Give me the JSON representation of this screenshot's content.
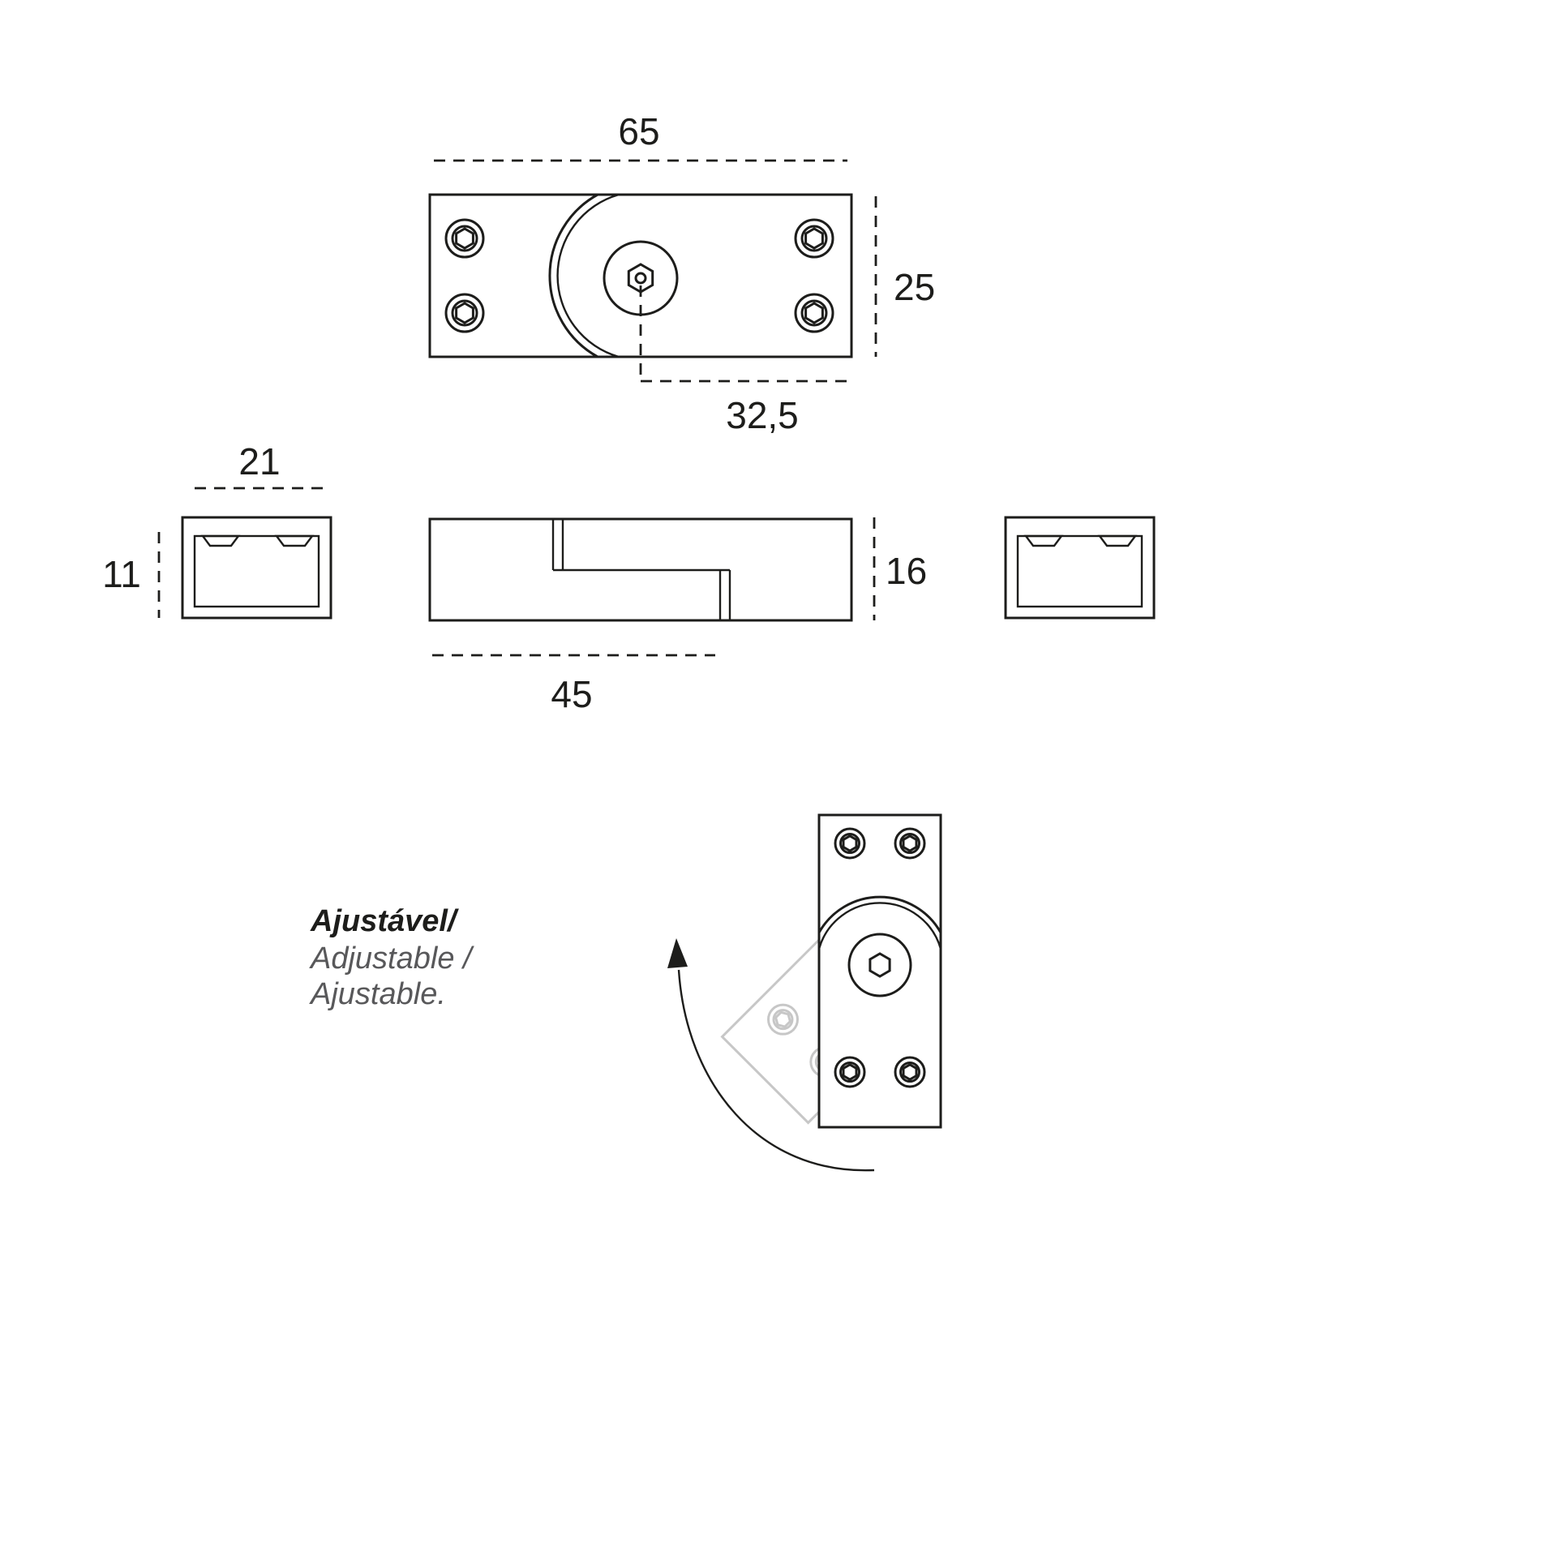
{
  "drawing": {
    "colors": {
      "line": "#1d1d1b",
      "ghost": "#c7c7c7",
      "caption": "#58585a",
      "bg": "#ffffff"
    },
    "dimensions": {
      "plate_width": "65",
      "plate_height": "25",
      "pivot_offset": "32,5",
      "end_width": "21",
      "end_height": "11",
      "body_length": "45",
      "body_height": "16"
    },
    "caption": {
      "line1": "Ajustável/",
      "line2": "Adjustable /",
      "line3": "Ajustable."
    }
  }
}
